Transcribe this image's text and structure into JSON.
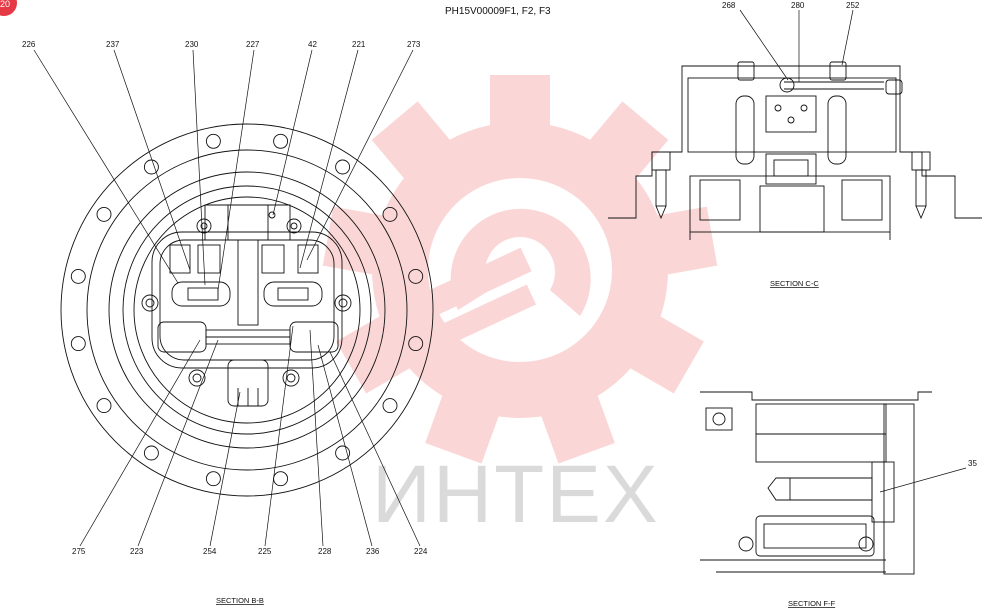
{
  "drawing_number": "PH15V00009F1, F2, F3",
  "corner_badge": "20",
  "watermark": {
    "text": "ИНТЕХ",
    "color": "#f04b4b"
  },
  "sections": {
    "b": "SECTION  B-B",
    "c": "SECTION  C-C",
    "f": "SECTION  F-F"
  },
  "callouts": {
    "c226": "226",
    "c237": "237",
    "c230": "230",
    "c227": "227",
    "c42": "42",
    "c221": "221",
    "c273": "273",
    "c275": "275",
    "c223": "223",
    "c254": "254",
    "c225": "225",
    "c228": "228",
    "c236": "236",
    "c224": "224",
    "c268": "268",
    "c280": "280",
    "c252": "252",
    "c35": "35"
  }
}
